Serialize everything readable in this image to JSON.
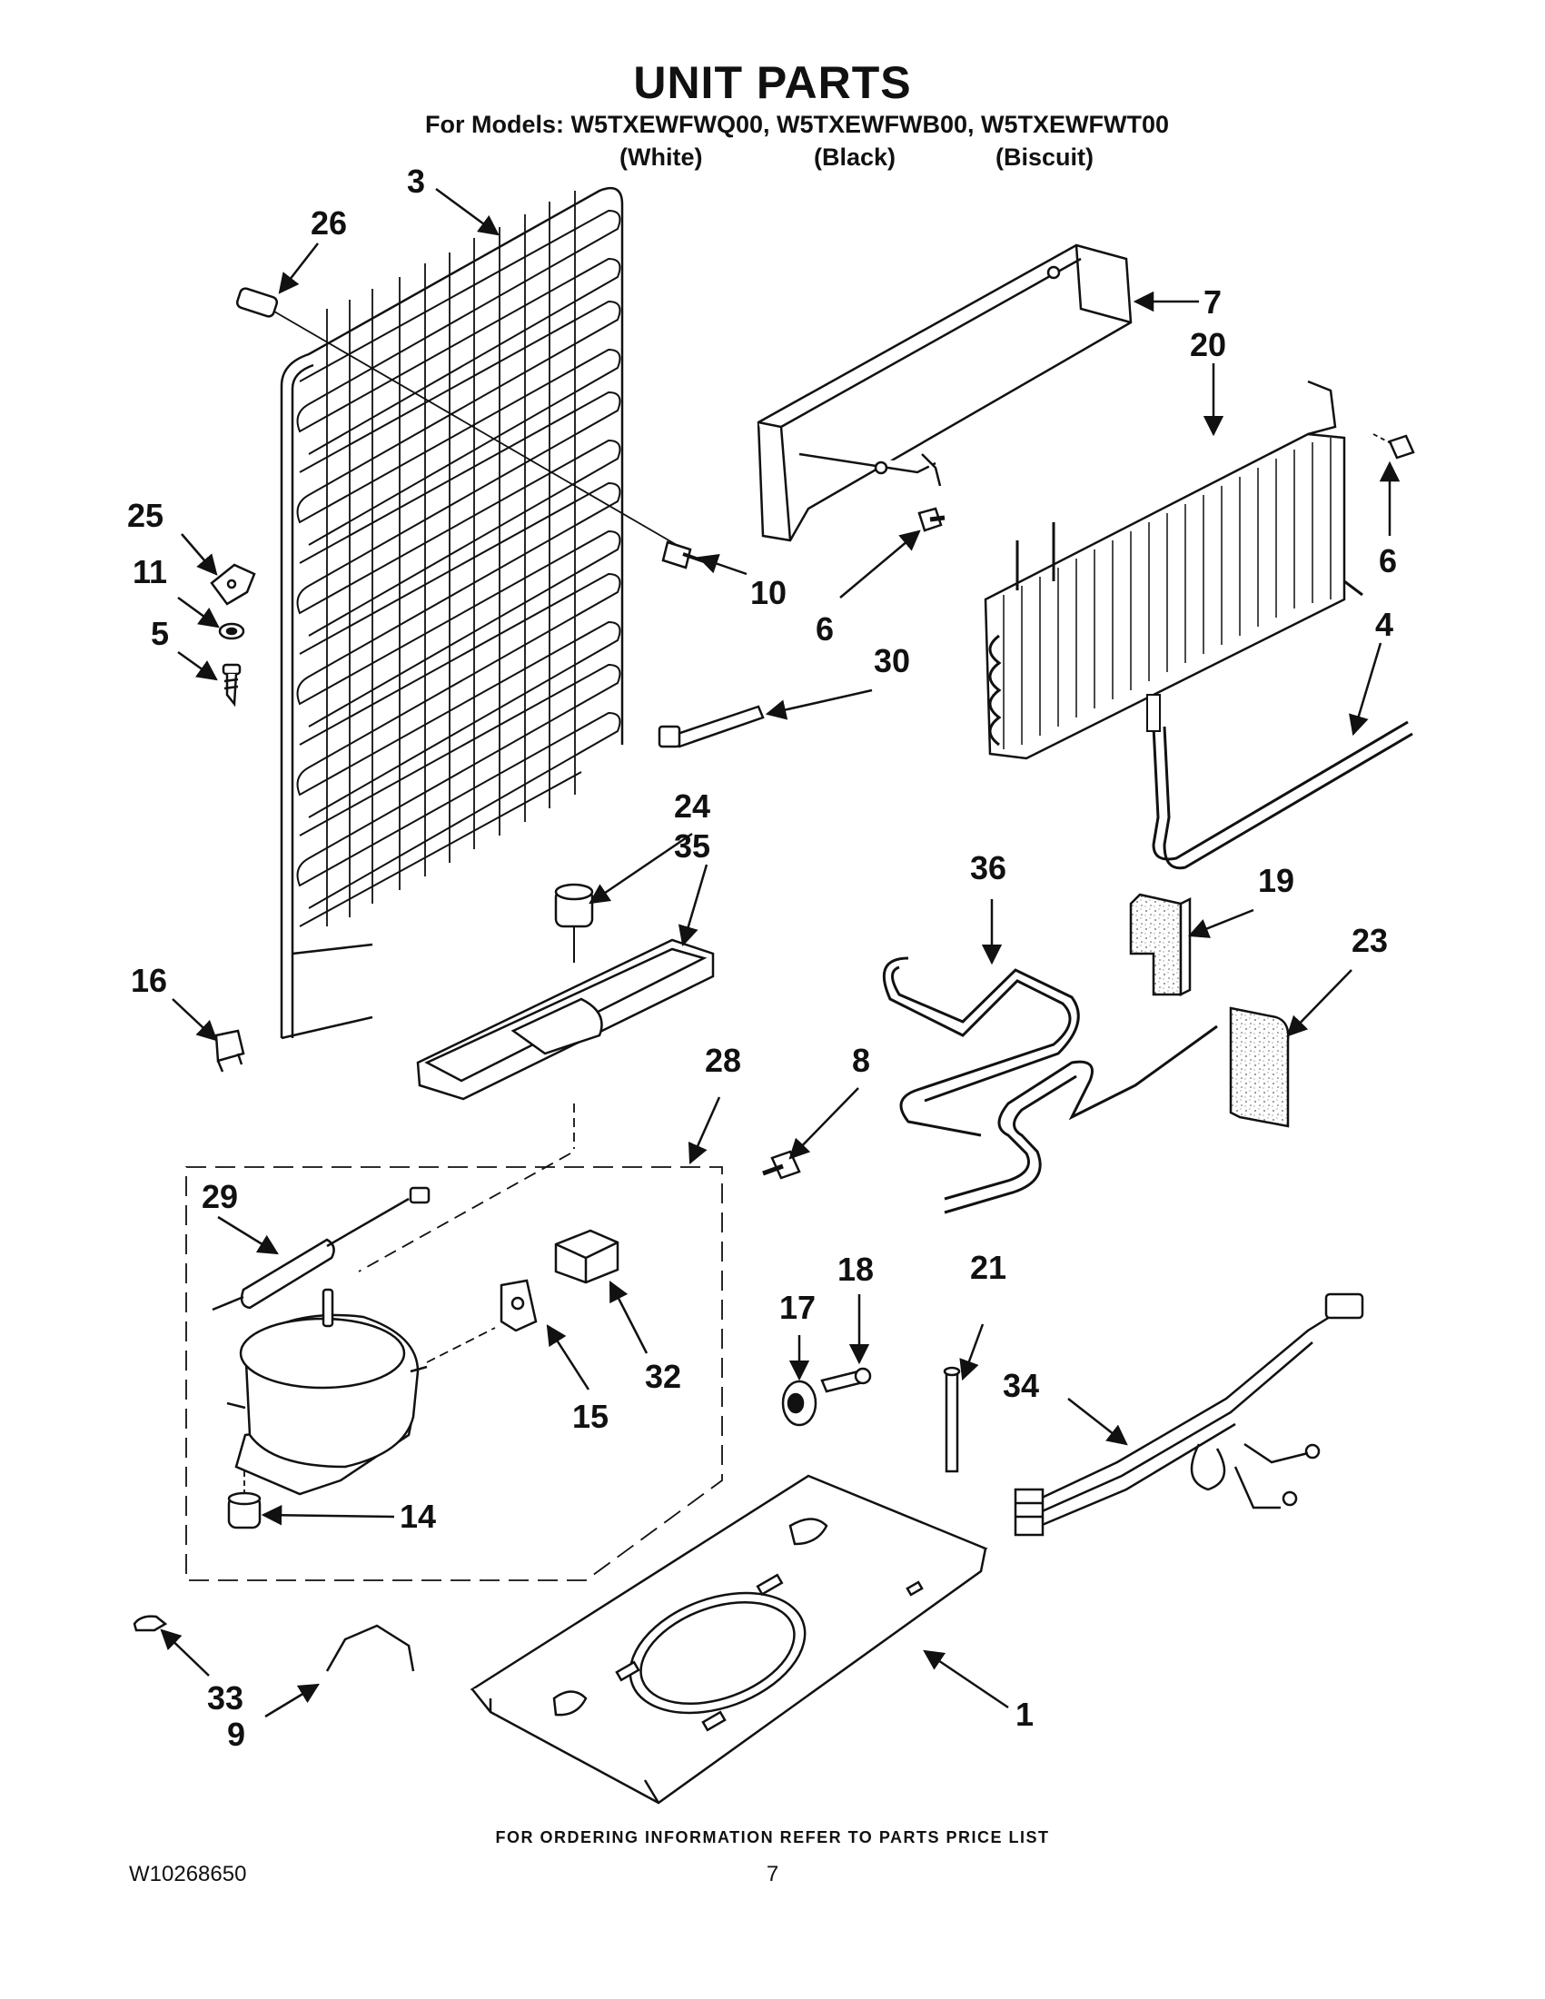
{
  "header": {
    "title": "UNIT PARTS",
    "models_line": "For Models: W5TXEWFWQ00, W5TXEWFWB00, W5TXEWFWT00",
    "color_labels": [
      "(White)",
      "(Black)",
      "(Biscuit)"
    ]
  },
  "callouts": {
    "c1": "1",
    "c3": "3",
    "c4": "4",
    "c5": "5",
    "c6a": "6",
    "c6b": "6",
    "c7": "7",
    "c8": "8",
    "c9": "9",
    "c10": "10",
    "c11": "11",
    "c14": "14",
    "c15": "15",
    "c16": "16",
    "c17": "17",
    "c18": "18",
    "c19": "19",
    "c20": "20",
    "c21": "21",
    "c23": "23",
    "c24": "24",
    "c25": "25",
    "c26": "26",
    "c28": "28",
    "c29": "29",
    "c30": "30",
    "c32": "32",
    "c33": "33",
    "c34": "34",
    "c35": "35",
    "c36": "36"
  },
  "footer": {
    "ordering_note": "FOR ORDERING INFORMATION REFER TO PARTS PRICE LIST",
    "document_number": "W10268650",
    "page_number": "7"
  }
}
